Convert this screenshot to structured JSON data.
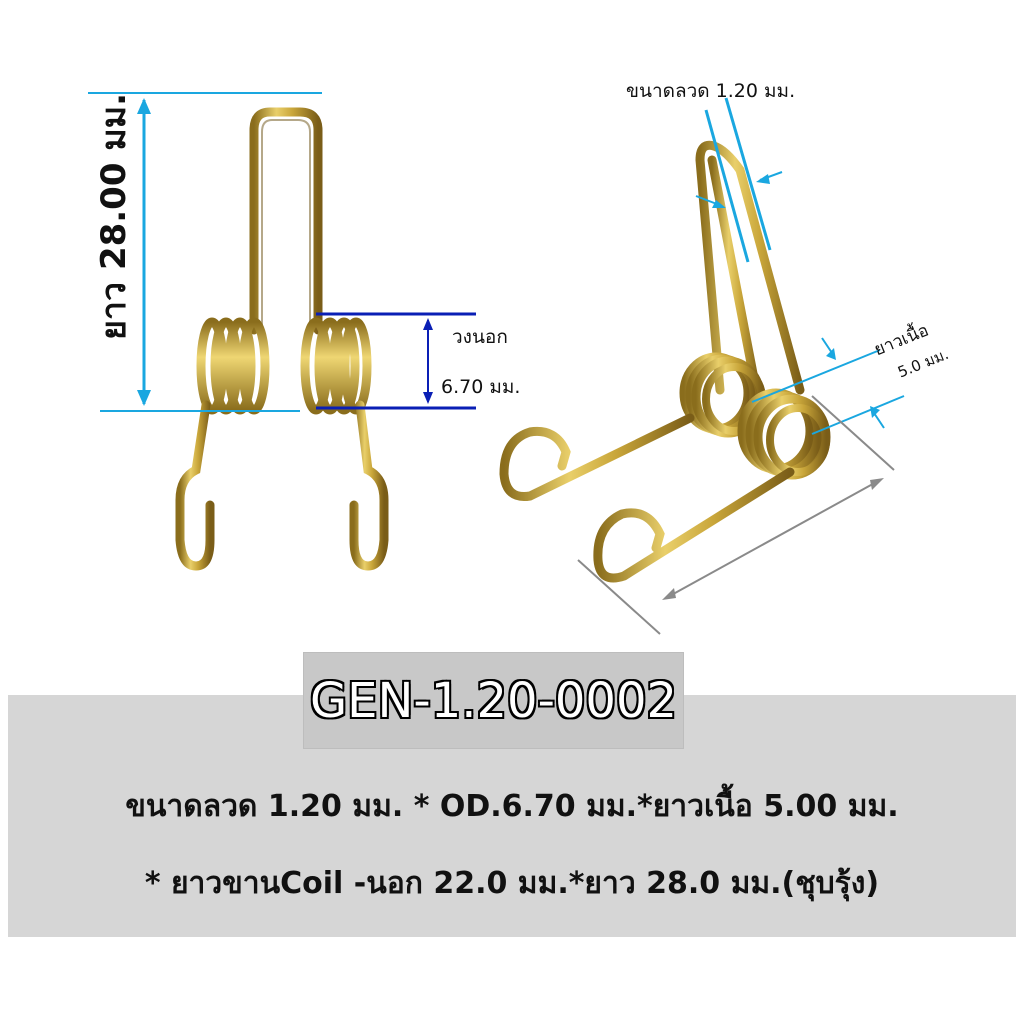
{
  "product_code": "GEN-1.20-0002",
  "spec_line_1": "ขนาดลวด 1.20 มม. * OD.6.70 มม.*ยาวเนื้อ 5.00 มม.",
  "spec_line_2": "* ยาวขานCoil -นอก 22.0 มม.*ยาว 28.0 มม.(ชุบรุ้ง)",
  "labels": {
    "length": "ยาว 28.00 มม.",
    "outer_diameter_title": "วงนอก",
    "outer_diameter_value": "6.70 มม.",
    "wire_size": "ขนาดลวด 1.20 มม.",
    "body_length_title": "ยาวเนื้อ",
    "body_length_value": "5.0 มม."
  },
  "colors": {
    "dimension_cyan": "#1aa7e0",
    "dimension_blue": "#0a1fb5",
    "dimension_gray": "#8a8a8a",
    "spring_gold": "#c9a63a",
    "band_gray": "#d6d6d6"
  }
}
